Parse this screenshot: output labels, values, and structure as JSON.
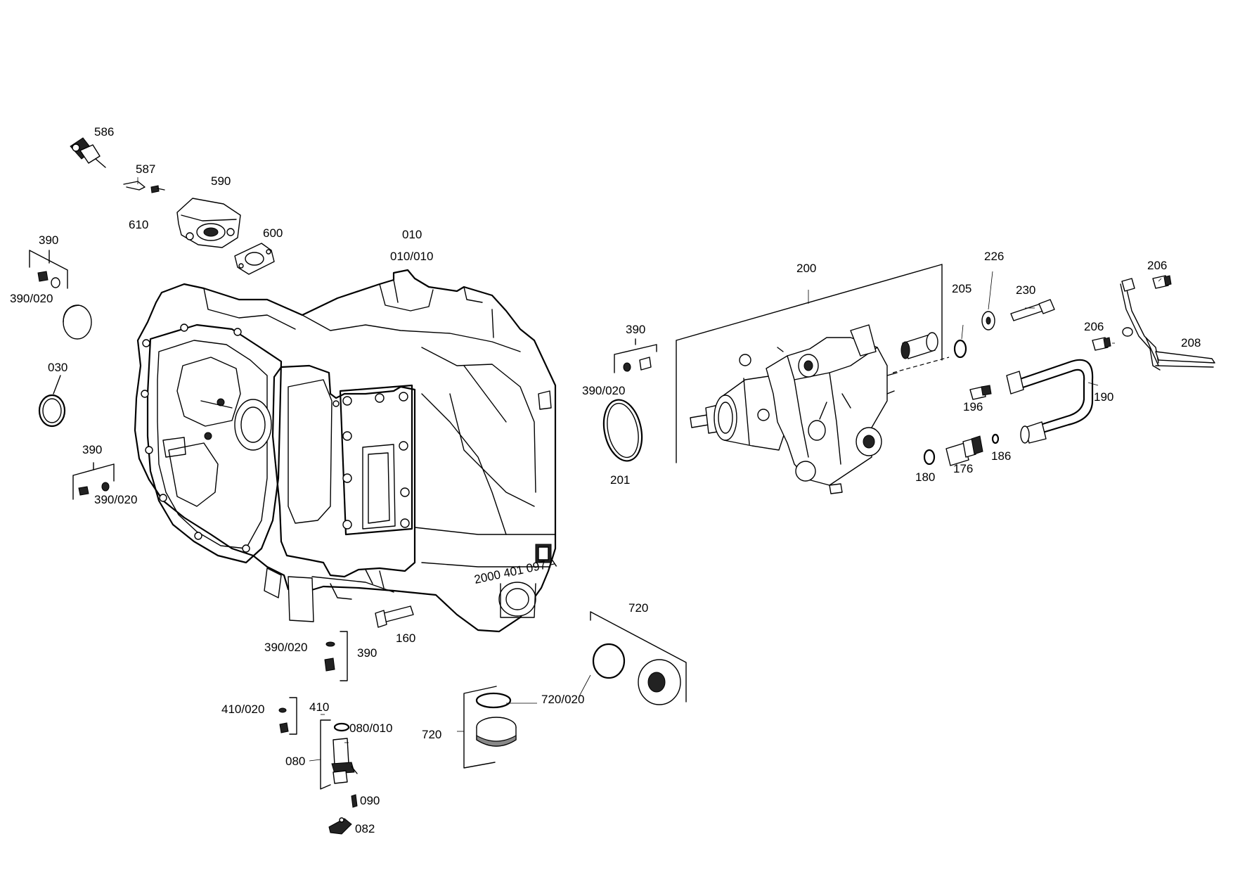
{
  "labels": {
    "p586": "586",
    "p587": "587",
    "p590": "590",
    "p610": "610",
    "p600": "600",
    "p010": "010",
    "p010_010": "010/010",
    "p390_a": "390",
    "p390_020_a": "390/020",
    "p030": "030",
    "p390_b": "390",
    "p390_020_b": "390/020",
    "p390_c": "390",
    "p390_020_c": "390/020",
    "p201": "201",
    "p200": "200",
    "p205": "205",
    "p226": "226",
    "p230": "230",
    "p206_a": "206",
    "p206_b": "206",
    "p208": "208",
    "p196": "196",
    "p190": "190",
    "p180": "180",
    "p176": "176",
    "p186": "186",
    "p720_a": "720",
    "p720_020": "720/020",
    "p720_b": "720",
    "p160": "160",
    "p390_020_d": "390/020",
    "p390_d": "390",
    "p410_020": "410/020",
    "p410": "410",
    "p080_010": "080/010",
    "p080": "080",
    "p090": "090",
    "p082": "082"
  },
  "housing_marking": "2000 401 097 A"
}
